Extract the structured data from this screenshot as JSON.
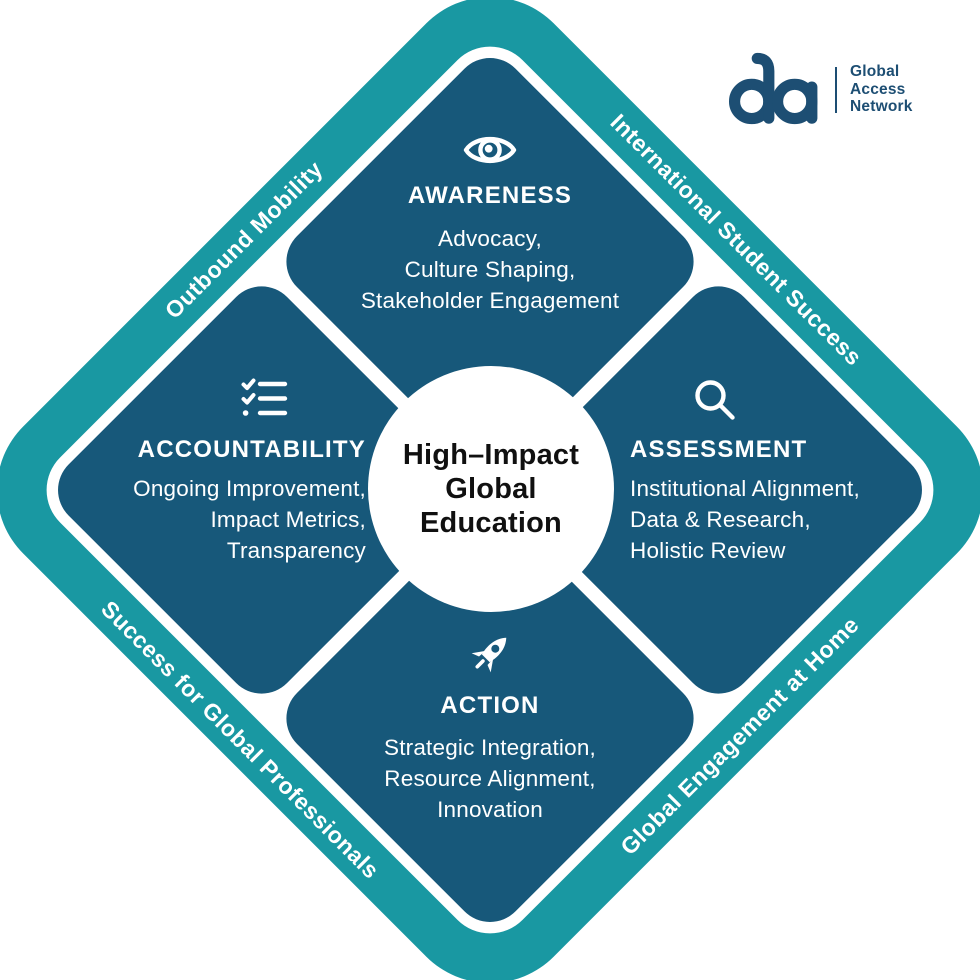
{
  "logo": {
    "mark": "da",
    "name_lines": [
      "Global",
      "Access",
      "Network"
    ]
  },
  "center": {
    "line1": "High–Impact",
    "line2": "Global",
    "line3": "Education"
  },
  "quadrants": {
    "awareness": {
      "icon": "eye-icon",
      "title": "AWARENESS",
      "items": [
        "Advocacy,",
        "Culture Shaping,",
        "Stakeholder Engagement"
      ]
    },
    "assessment": {
      "icon": "search-icon",
      "title": "ASSESSMENT",
      "items": [
        "Institutional Alignment,",
        "Data & Research,",
        "Holistic Review"
      ]
    },
    "action": {
      "icon": "rocket-icon",
      "title": "ACTION",
      "items": [
        "Strategic Integration,",
        "Resource Alignment,",
        "Innovation"
      ]
    },
    "accountability": {
      "icon": "checklist-icon",
      "title": "ACCOUNTABILITY",
      "items": [
        "Ongoing Improvement,",
        "Impact Metrics,",
        "Transparency"
      ]
    }
  },
  "edge_labels": {
    "top_left": "Outbound Mobility",
    "top_right": "International Student Success",
    "bottom_left": "Success for Global Professionals",
    "bottom_right": "Global Engagement at Home"
  },
  "colors": {
    "band_teal": "#1998A2",
    "quadrant_blue": "#17587A",
    "logo_navy": "#1D4E73",
    "center_text": "#101010",
    "text_white": "#FFFFFF"
  }
}
